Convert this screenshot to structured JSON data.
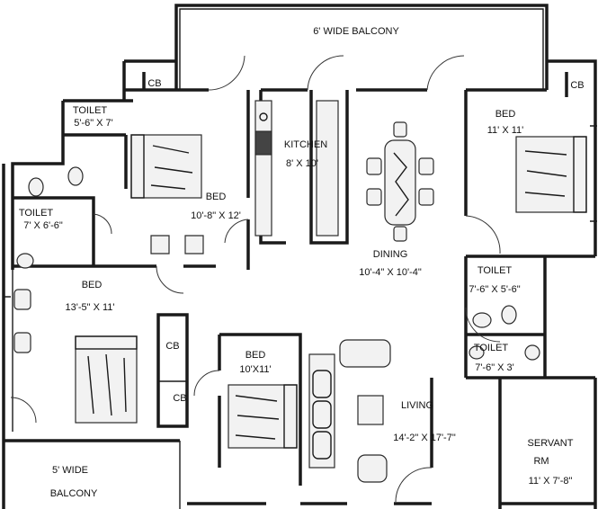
{
  "rooms": {
    "balcony_top": {
      "name": "6' WIDE BALCONY"
    },
    "cb_top_left": {
      "name": "CB"
    },
    "cb_top_right": {
      "name": "CB"
    },
    "toilet_1": {
      "name": "TOILET",
      "size": "5'-6\" X 7'"
    },
    "toilet_2": {
      "name": "TOILET",
      "size": "7' X 6'-6\""
    },
    "bed_1": {
      "name": "BED",
      "size": "10'-8\" X 12'"
    },
    "kitchen": {
      "name": "KITCHEN",
      "size": "8' X 10'"
    },
    "bed_2": {
      "name": "BED",
      "size": "11' X 11'"
    },
    "dining": {
      "name": "DINING",
      "size": "10'-4\" X 10'-4\""
    },
    "bed_3": {
      "name": "BED",
      "size": "13'-5\" X 11'"
    },
    "cb_mid_1": {
      "name": "CB"
    },
    "cb_mid_2": {
      "name": "CB"
    },
    "bed_4": {
      "name": "BED",
      "size": "10'X11'"
    },
    "living": {
      "name": "LIVING",
      "size": "14'-2\" X 17'-7\""
    },
    "toilet_3": {
      "name": "TOILET",
      "size": "7'-6\" X 5'-6\""
    },
    "toilet_4": {
      "name": "TOILET",
      "size": "7'-6\" X 3'"
    },
    "servant": {
      "name": "SERVANT",
      "name2": "RM",
      "size": "11' X 7'-8\""
    },
    "balcony_bottom": {
      "name": "5' WIDE",
      "name2": "BALCONY"
    }
  }
}
